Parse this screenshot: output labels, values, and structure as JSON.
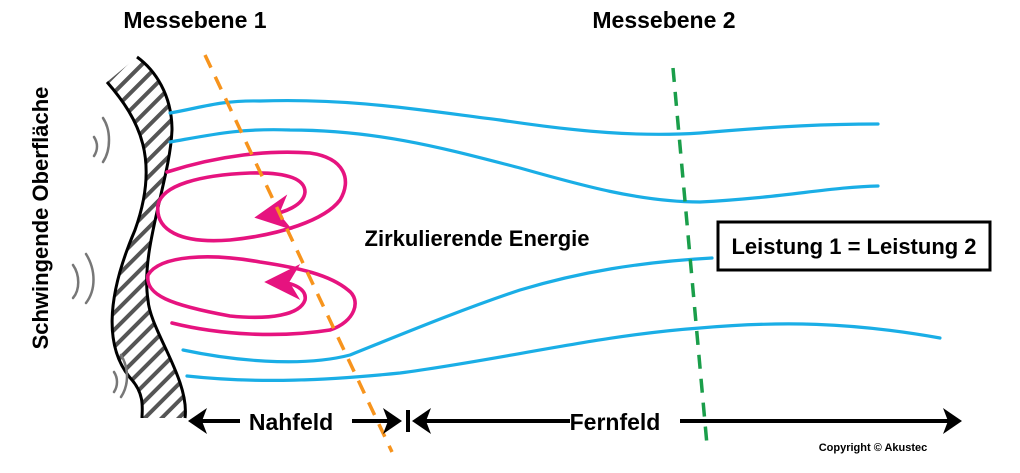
{
  "labels": {
    "plane1": "Messebene 1",
    "plane2": "Messebene 2",
    "surface": "Schwingende Oberfläche",
    "circulating": "Zirkulierende Energie",
    "equation": "Leistung 1 = Leistung 2",
    "nearfield": "Nahfeld",
    "farfield": "Fernfeld",
    "copyright": "Copyright © Akustec"
  },
  "colors": {
    "flow_lines": "#1aaee6",
    "circulation": "#e6137f",
    "plane1_line": "#f7941d",
    "plane2_line": "#1a9e4a"
  }
}
